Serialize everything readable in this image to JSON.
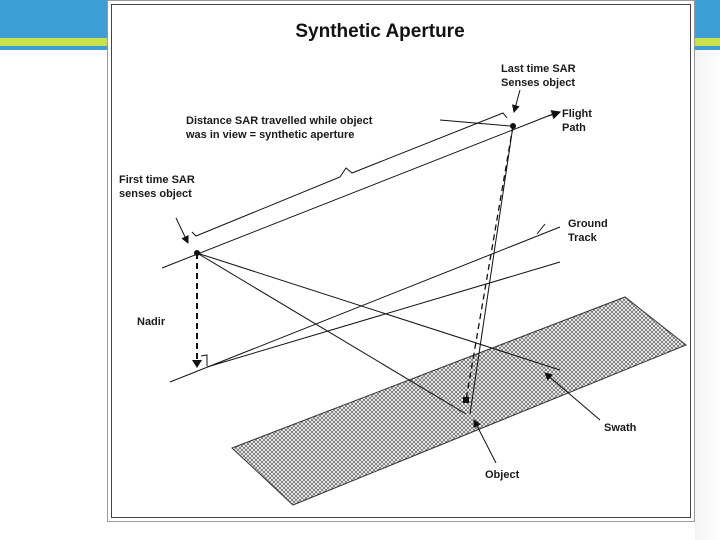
{
  "diagram": {
    "title": "Synthetic Aperture",
    "labels": {
      "last_time_line1": "Last time SAR",
      "last_time_line2": "Senses object",
      "flight_path_line1": "Flight",
      "flight_path_line2": "Path",
      "distance_line1": "Distance SAR travelled while object",
      "distance_line2": "was in view = synthetic aperture",
      "first_time_line1": "First time SAR",
      "first_time_line2": "senses object",
      "ground_track_line1": "Ground",
      "ground_track_line2": "Track",
      "nadir": "Nadir",
      "swath": "Swath",
      "object": "Object"
    }
  }
}
